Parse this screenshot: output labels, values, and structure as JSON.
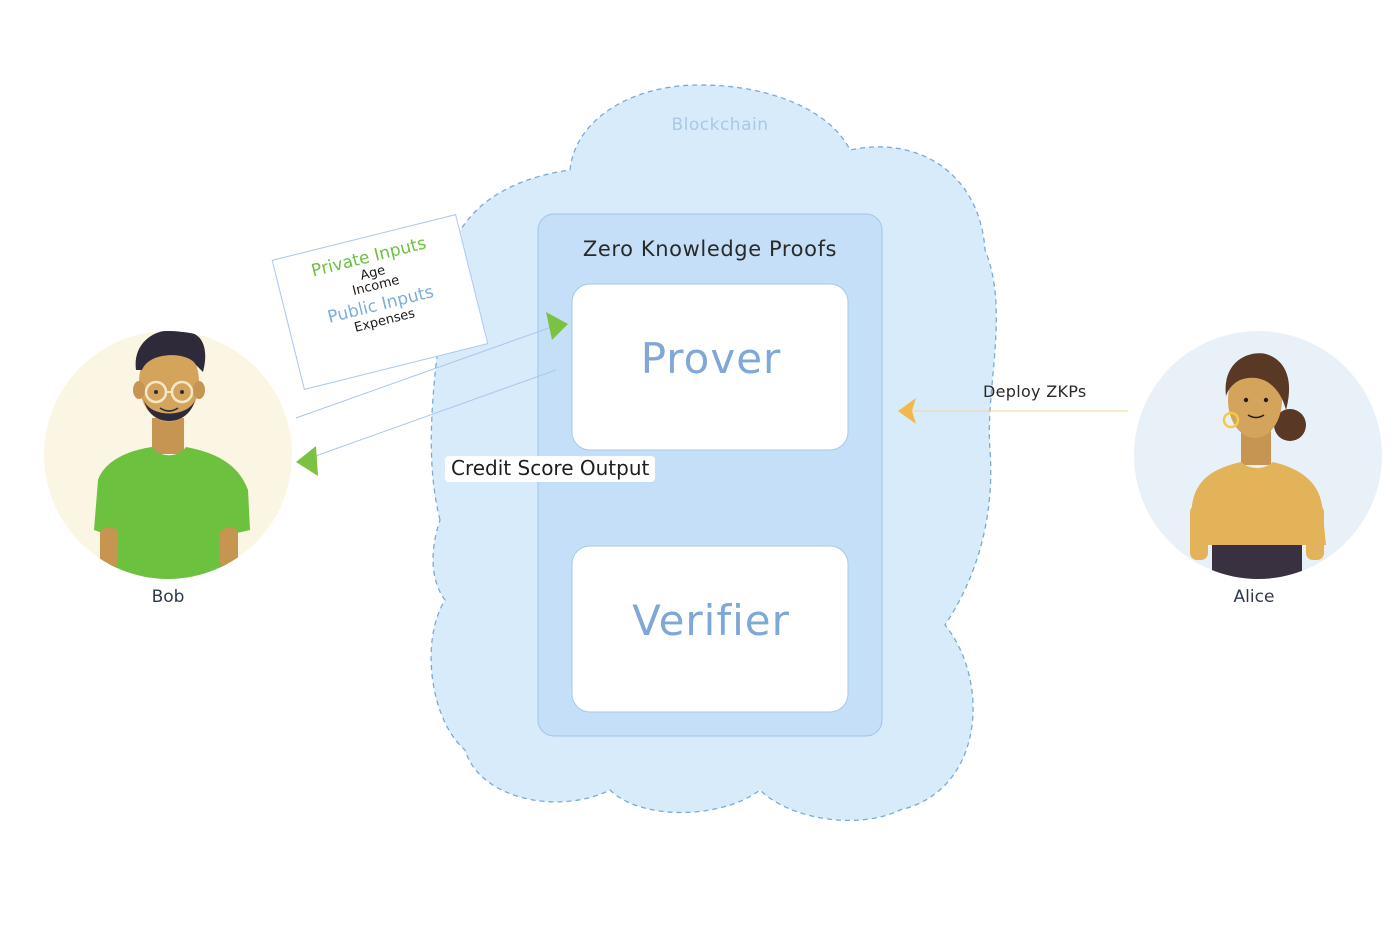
{
  "blockchain": {
    "label": "Blockchain"
  },
  "zkp": {
    "title": "Zero Knowledge Proofs",
    "prover": "Prover",
    "verifier": "Verifier"
  },
  "inputs_note": {
    "private_heading": "Private Inputs",
    "private_items": [
      "Age",
      "Income"
    ],
    "public_heading": "Public Inputs",
    "public_items": [
      "Expenses"
    ]
  },
  "edges": {
    "credit_output": "Credit Score Output",
    "deploy": "Deploy ZKPs"
  },
  "actors": {
    "bob": "Bob",
    "alice": "Alice"
  },
  "colors": {
    "cloud_fill": "#d8ebfb",
    "cloud_stroke": "#7aaad6",
    "zkp_panel": "#c4dff7",
    "arrow_green": "#7cc242",
    "arrow_orange": "#f1b94a",
    "bob_shirt": "#6cc13f",
    "bob_bg": "#fbf6e3",
    "alice_top": "#e3b35a",
    "alice_bg": "#e9f1f8"
  }
}
